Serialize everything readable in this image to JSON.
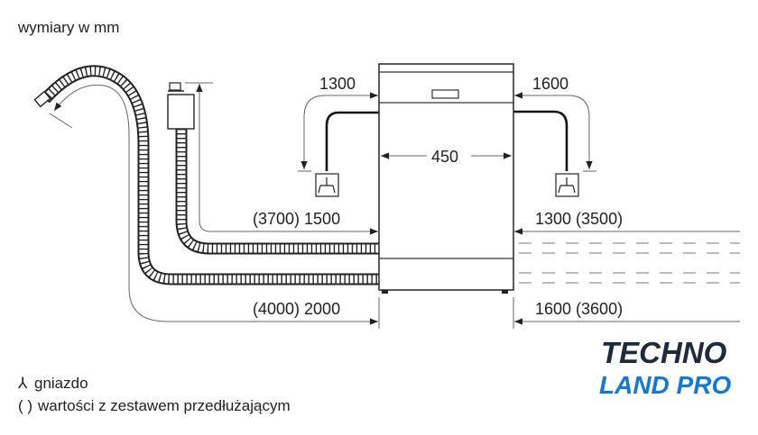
{
  "title": "wymiary w mm",
  "dimensions": {
    "width": "450",
    "left_top": "1300",
    "right_top": "1600",
    "left_inlet": "(3700) 1500",
    "right_inlet": "1300 (3500)",
    "left_drain": "(4000) 2000",
    "right_drain": "1600 (3600)"
  },
  "legend": {
    "socket_symbol": "⅄",
    "socket_label": "gniazdo",
    "parens_symbol": "( )",
    "parens_label": "wartości z zestawem przedłużającym"
  },
  "logo": {
    "line1": "TECHNO",
    "line2": "LAND PRO",
    "color1": "#1f2b3a",
    "color2": "#1279d6"
  }
}
